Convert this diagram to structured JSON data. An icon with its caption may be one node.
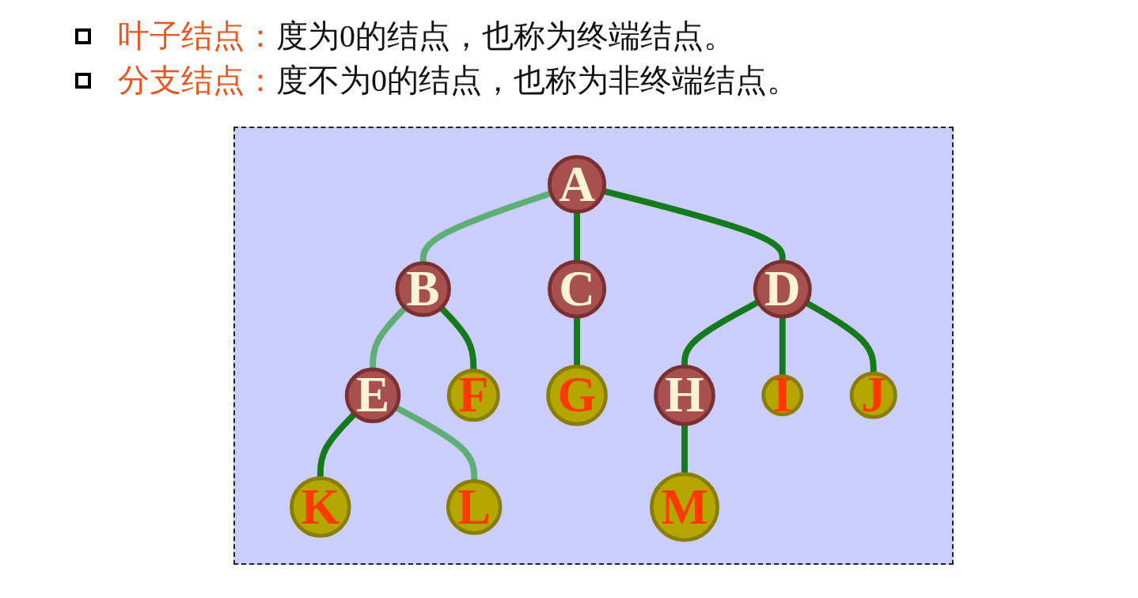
{
  "diagram": {
    "nodes": [
      {
        "text": [
          "A"
        ]
      },
      {
        "text": [
          "B"
        ]
      },
      {
        "text": [
          "C"
        ]
      },
      {
        "text": [
          "D"
        ]
      },
      {
        "text": [
          "E"
        ]
      },
      {
        "text": [
          "F"
        ]
      },
      {
        "text": [
          "G"
        ]
      },
      {
        "text": [
          "H"
        ]
      },
      {
        "text": [
          "I"
        ]
      },
      {
        "text": [
          "J"
        ]
      },
      {
        "text": [
          "K"
        ]
      },
      {
        "text": [
          "L"
        ]
      },
      {
        "text": [
          "M"
        ]
      }
    ],
    "edges": [
      {
        "from": 0,
        "to": 1,
        "arrow": "none",
        "color": "#5fae75"
      },
      {
        "from": 0,
        "to": 2,
        "arrow": "none"
      },
      {
        "from": 0,
        "to": 3,
        "arrow": "none"
      },
      {
        "from": 1,
        "to": 4,
        "arrow": "none",
        "color": "#5fae75"
      },
      {
        "from": 1,
        "to": 5,
        "arrow": "none"
      },
      {
        "from": 2,
        "to": 6,
        "arrow": "none"
      },
      {
        "from": 3,
        "to": 7,
        "arrow": "none"
      },
      {
        "from": 3,
        "to": 8,
        "arrow": "none"
      },
      {
        "from": 3,
        "to": 9,
        "arrow": "none"
      },
      {
        "from": 4,
        "to": 10,
        "arrow": "none"
      },
      {
        "from": 4,
        "to": 11,
        "arrow": "none",
        "color": "#5fae75"
      },
      {
        "from": 7,
        "to": 12,
        "arrow": "none"
      }
    ],
    "labels": [
      "叶子结点：",
      "度为0的结点，也称为终端结点。",
      "分支结点：",
      "度不为0的结点，也称为非终端结点。"
    ]
  }
}
